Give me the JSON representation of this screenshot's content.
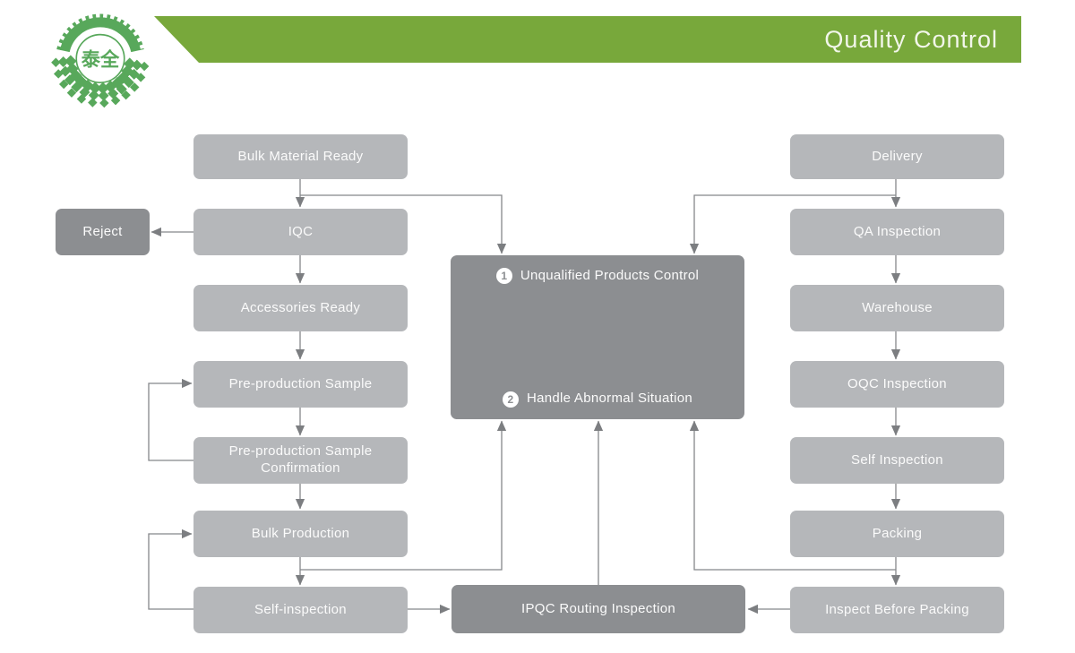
{
  "header": {
    "banner_title": "Quality Control",
    "logo_text": "泰全"
  },
  "flowchart": {
    "left": {
      "bulk_material_ready": "Bulk Material Ready",
      "iqc": "IQC",
      "reject": "Reject",
      "accessories_ready": "Accessories Ready",
      "pre_production_sample": "Pre-production Sample",
      "pre_production_sample_confirmation": "Pre-production Sample Confirmation",
      "bulk_production": "Bulk Production",
      "self_inspection": "Self-inspection"
    },
    "center": {
      "item1_num": "1",
      "item1_label": "Unqualified Products Control",
      "item2_num": "2",
      "item2_label": "Handle Abnormal Situation",
      "ipqc": "IPQC Routing Inspection"
    },
    "right": {
      "delivery": "Delivery",
      "qa_inspection": "QA Inspection",
      "warehouse": "Warehouse",
      "oqc_inspection": "OQC Inspection",
      "self_inspection": "Self Inspection",
      "packing": "Packing",
      "inspect_before_packing": "Inspect Before Packing"
    },
    "colors": {
      "box_light": "#b5b7ba",
      "box_dark": "#8c8e91",
      "connector_line": "#85878a",
      "banner_green": "#78a83b",
      "logo_green": "#58a85b",
      "box_text": "#fbfbfb"
    }
  }
}
